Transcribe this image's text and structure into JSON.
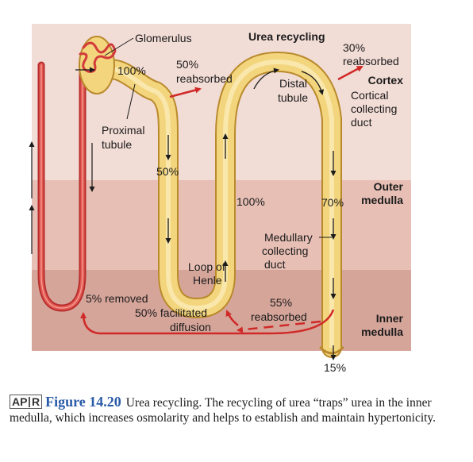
{
  "title": "Urea recycling",
  "labels": {
    "glomerulus": "Glomerulus",
    "pct_100_glom": "100%",
    "pct_50_reabs_1": "50%",
    "reabsorbed_1": "reabsorbed",
    "proximal_1": "Proximal",
    "proximal_2": "tubule",
    "pct_50_desc": "50%",
    "loop_1": "Loop of",
    "loop_2": "Henle",
    "removed": "5% removed",
    "facilitated_1": "50% facilitated",
    "facilitated_2": "diffusion",
    "distal_1": "Distal",
    "distal_2": "tubule",
    "pct_100_asc": "100%",
    "medullary_1": "Medullary",
    "medullary_2": "collecting",
    "medullary_3": "duct",
    "pct_55": "55%",
    "reabsorbed_55": "reabsorbed",
    "pct_30": "30%",
    "reabsorbed_30": "reabsorbed",
    "cortical_1": "Cortical",
    "cortical_2": "collecting",
    "cortical_3": "duct",
    "pct_70": "70%",
    "pct_15": "15%"
  },
  "regions": {
    "cortex": "Cortex",
    "outer_1": "Outer",
    "outer_2": "medulla",
    "inner_1": "Inner",
    "inner_2": "medulla"
  },
  "caption": {
    "badge_a": "AP",
    "badge_b": "R",
    "figure_number": "Figure 14.20",
    "text": "Urea recycling. The recycling of urea “traps” urea in the inner medulla, which increases osmolarity and helps to establish and maintain hypertonicity."
  },
  "colors": {
    "cortex_bg": "#f2dcd6",
    "outer_medulla_bg": "#e7bfb5",
    "inner_medulla_bg": "#d6a59a",
    "tubule_fill": "#f3d57e",
    "tubule_edge": "#b98a2c",
    "vessel": "#d23a3a",
    "arrow_red": "#d02a28"
  }
}
